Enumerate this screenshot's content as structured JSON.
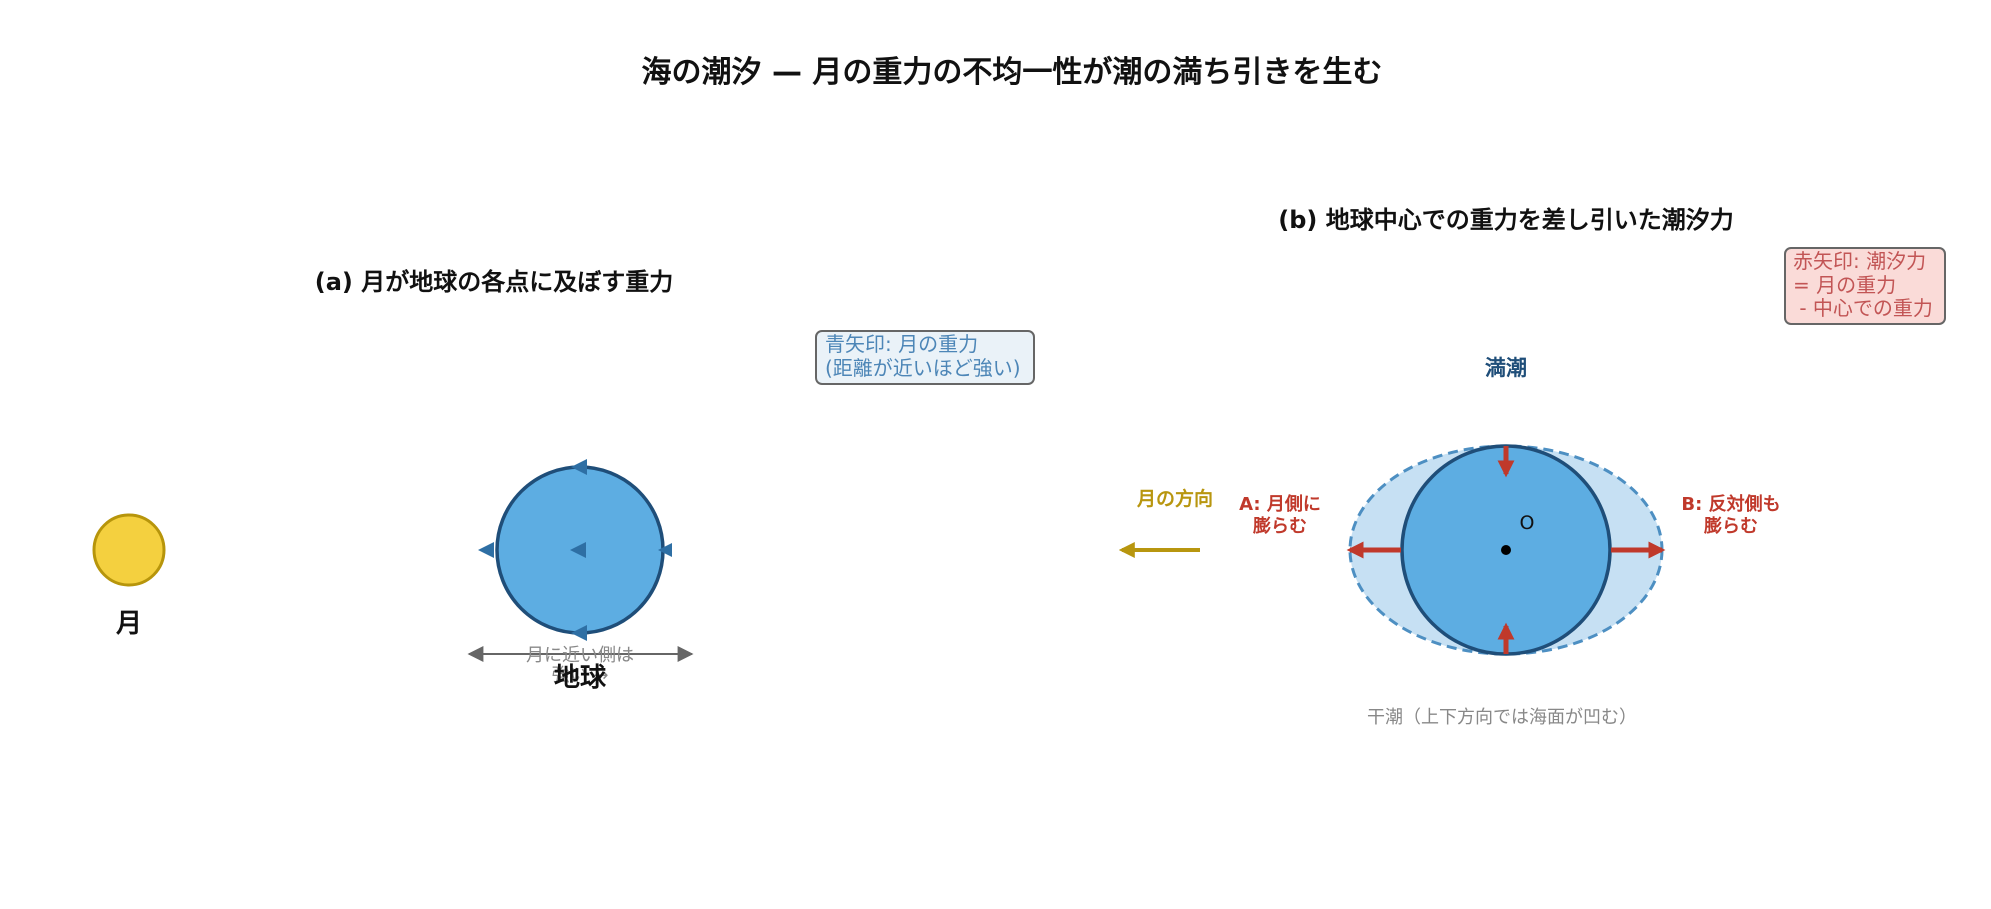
{
  "title": "海の潮汐 — 月の重力の不均一性が潮の満ち引きを生む",
  "panel_a": {
    "title": "(a) 月が地球の各点に及ぼす重力",
    "moon_label": "月",
    "earth_label": "地球",
    "legend_lines": [
      "青矢印: 月の重力",
      "(距離が近いほど強い)"
    ],
    "note_lines": [
      "月に近い側は",
      "強い →"
    ]
  },
  "panel_b": {
    "title": "(b) 地球中心での重力を差し引いた潮汐力",
    "legend_lines": [
      "赤矢印: 潮汐力",
      "= 月の重力",
      " - 中心での重力"
    ],
    "high_tide_label": "満潮",
    "moon_direction_label": "月の方向",
    "bulge_a_lines": [
      "A: 月側に",
      "膨らむ"
    ],
    "bulge_b_lines": [
      "B: 反対側も",
      "膨らむ"
    ],
    "center_label": "O",
    "low_tide_label": "干潮（上下方向では海面が凹む）"
  },
  "colors": {
    "moon": "#f4d03f",
    "earth": "#5dade2",
    "ocean_bulge": "#c6e0f3",
    "gravity_arrow": "#2e6fa4",
    "tidal_arrow": "#c0392b",
    "moon_direction_arrow": "#b8960f"
  }
}
